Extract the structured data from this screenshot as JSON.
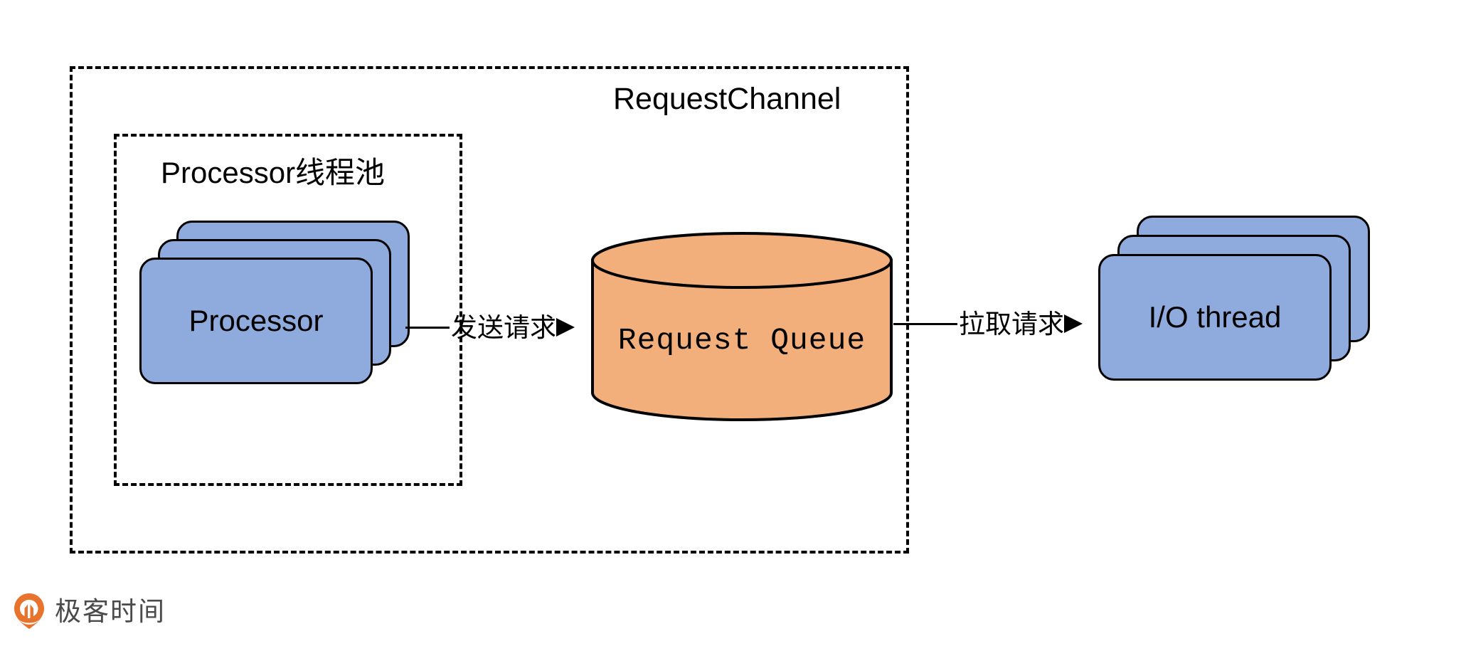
{
  "diagram": {
    "outer_container": {
      "title": "RequestChannel",
      "name": "request-channel"
    },
    "inner_container": {
      "title": "Processor线程池",
      "name": "processor-thread-pool"
    },
    "nodes": [
      {
        "id": "processor",
        "label": "Processor",
        "shape": "stacked-rounded-rectangle",
        "count": 3,
        "fill": "#8FAADC",
        "stroke": "#000000"
      },
      {
        "id": "request-queue",
        "label": "Request Queue",
        "shape": "cylinder",
        "fill": "#F2AF7C",
        "stroke": "#000000"
      },
      {
        "id": "io-thread",
        "label": "I/O thread",
        "shape": "stacked-rounded-rectangle",
        "count": 3,
        "fill": "#8FAADC",
        "stroke": "#000000"
      }
    ],
    "connectors": [
      {
        "id": "send-request",
        "label": "发送请求",
        "from": "processor",
        "to": "request-queue",
        "arrow": "→"
      },
      {
        "id": "pull-request",
        "label": "拉取请求",
        "from": "request-queue",
        "to": "io-thread",
        "arrow": "→"
      }
    ]
  },
  "watermark": {
    "text": "极客时间",
    "icon": "geektime-pin-logo-icon",
    "icon_color": "#E8732C",
    "text_color": "#4a4a4a"
  },
  "colors": {
    "node_blue": "#8FAADC",
    "cylinder_orange": "#F2AF7C",
    "stroke": "#000000",
    "background": "#FFFFFF"
  }
}
